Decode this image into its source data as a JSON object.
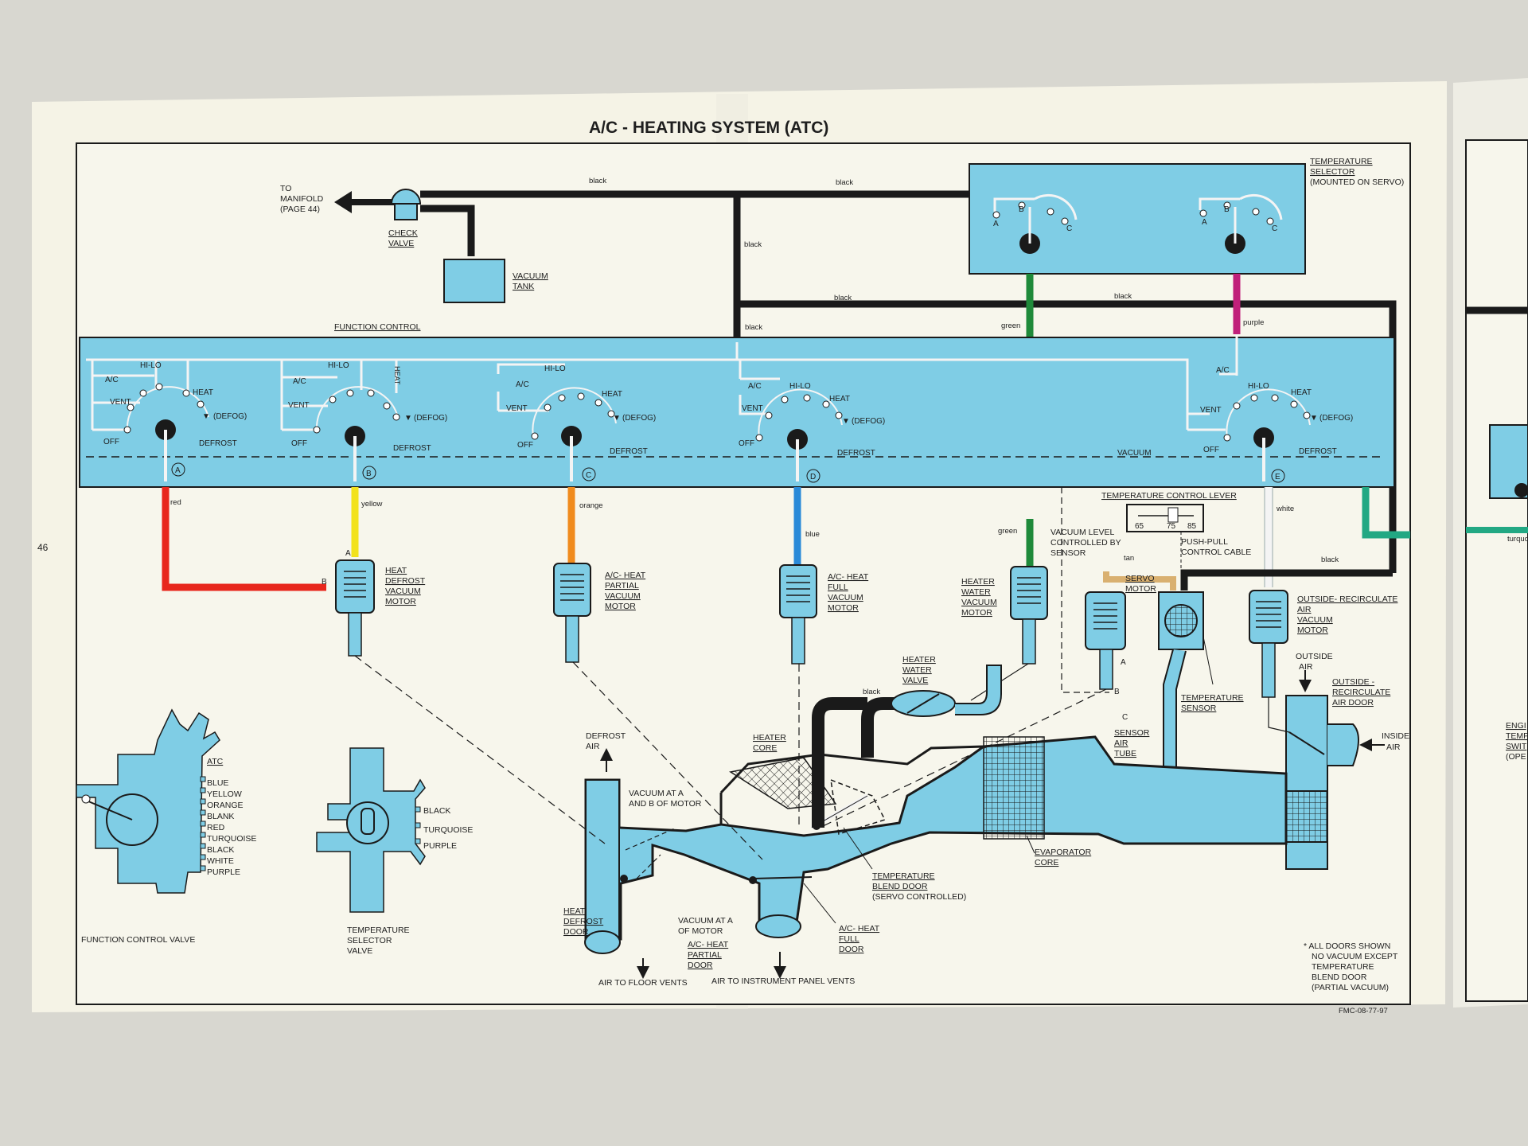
{
  "page": {
    "title": "A/C - HEATING SYSTEM (ATC)",
    "page_number": "46",
    "doc_code": "FMC-08-77-97"
  },
  "vacuum_source": {
    "to_manifold": [
      "TO",
      "MANIFOLD",
      "(PAGE 44)"
    ],
    "check_valve": [
      "CHECK",
      "VALVE"
    ],
    "vacuum_tank": [
      "VACUUM",
      "TANK"
    ]
  },
  "temperature_selector": [
    "TEMPERATURE",
    "SELECTOR",
    "(MOUNTED ON SERVO)"
  ],
  "function_control": "FUNCTION CONTROL",
  "vacuum_label": "VACUUM",
  "switch_positions": {
    "a_c": "A/C",
    "hi_lo": "HI-LO",
    "vent": "VENT",
    "heat": "HEAT",
    "defog": "(DEFOG)",
    "off": "OFF",
    "defrost": "DEFROST"
  },
  "valve_letters": [
    "A",
    "B",
    "C",
    "D",
    "E"
  ],
  "selector_letters": [
    "A",
    "B",
    "C"
  ],
  "wire_colors": {
    "black": "black",
    "green": "green",
    "purple": "purple",
    "red": "red",
    "yellow": "yellow",
    "orange": "orange",
    "blue": "blue",
    "white": "white",
    "tan": "tan"
  },
  "colors": {
    "paper": "#f6f4e8",
    "module": "#7fcde5",
    "line": "#1a1a1a",
    "red": "#e8261c",
    "yellow": "#f2e21c",
    "orange": "#f08b1d",
    "blue": "#2a8ad8",
    "green": "#1f8a3a",
    "purple": "#c0207a",
    "white": "#f4f4f4",
    "tan": "#d9b070",
    "turquoise": "#22a883"
  },
  "motors": {
    "heat_defrost": [
      "HEAT",
      "DEFROST",
      "VACUUM",
      "MOTOR"
    ],
    "ac_heat_partial": [
      "A/C- HEAT",
      "PARTIAL",
      "VACUUM",
      "MOTOR"
    ],
    "ac_heat_full": [
      "A/C- HEAT",
      "FULL",
      "VACUUM",
      "MOTOR"
    ],
    "heater_water": [
      "HEATER",
      "WATER",
      "VACUUM",
      "MOTOR"
    ],
    "servo": [
      "SERVO",
      "MOTOR"
    ],
    "outside_recirc": [
      "OUTSIDE- RECIRCULATE",
      "AIR",
      "VACUUM",
      "MOTOR"
    ]
  },
  "temp_control_lever": {
    "title": "TEMPERATURE CONTROL LEVER",
    "scale": [
      "65",
      "75",
      "85"
    ],
    "cable": [
      "PUSH-PULL",
      "CONTROL CABLE"
    ]
  },
  "vacuum_level_note": [
    "VACUUM LEVEL",
    "CONTROLLED BY",
    "SENSOR"
  ],
  "heater_water_valve": [
    "HEATER",
    "WATER",
    "VALVE"
  ],
  "temperature_sensor": [
    "TEMPERATURE",
    "SENSOR"
  ],
  "outside_air": [
    "OUTSIDE",
    "AIR"
  ],
  "inside_air": [
    "INSIDE",
    "AIR"
  ],
  "outside_recirc_door": [
    "OUTSIDE -",
    "RECIRCULATE",
    "AIR DOOR"
  ],
  "sensor_air_tube": [
    "SENSOR",
    "AIR",
    "TUBE"
  ],
  "sensor_letters": [
    "A",
    "B",
    "C"
  ],
  "defrost_air": [
    "DEFROST",
    "AIR"
  ],
  "heater_core": [
    "HEATER",
    "CORE"
  ],
  "evaporator_core": [
    "EVAPORATOR",
    "CORE"
  ],
  "vacuum_at_ab": [
    "VACUUM AT A",
    "AND B OF MOTOR"
  ],
  "vacuum_at_a": [
    "VACUUM AT A",
    "OF MOTOR"
  ],
  "temp_blend_door": [
    "TEMPERATURE",
    "BLEND DOOR",
    "(SERVO CONTROLLED)"
  ],
  "heat_defrost_door": [
    "HEAT",
    "DEFROST",
    "DOOR"
  ],
  "ac_heat_partial_door": [
    "A/C- HEAT",
    "PARTIAL",
    "DOOR"
  ],
  "ac_heat_full_door": [
    "A/C- HEAT",
    "FULL",
    "DOOR"
  ],
  "air_to_floor": "AIR TO FLOOR VENTS",
  "air_to_panel": "AIR TO INSTRUMENT PANEL VENTS",
  "footnote": [
    "* ALL DOORS SHOWN",
    "NO VACUUM EXCEPT",
    "TEMPERATURE",
    "BLEND DOOR",
    "(PARTIAL VACUUM)"
  ],
  "function_control_valve": {
    "heading": "ATC",
    "ports": [
      "BLUE",
      "YELLOW",
      "ORANGE",
      "BLANK",
      "RED",
      "TURQUOISE",
      "BLACK",
      "WHITE",
      "PURPLE"
    ],
    "caption": "FUNCTION CONTROL VALVE"
  },
  "temperature_selector_valve": {
    "ports": [
      "BLACK",
      "TURQUOISE",
      "PURPLE"
    ],
    "caption": [
      "TEMPERATURE",
      "SELECTOR",
      "VALVE"
    ]
  },
  "next_page_fragments": {
    "wire": "turquo",
    "labels": [
      "ENGI",
      "TEMP",
      "SWIT",
      "(OPE"
    ]
  }
}
